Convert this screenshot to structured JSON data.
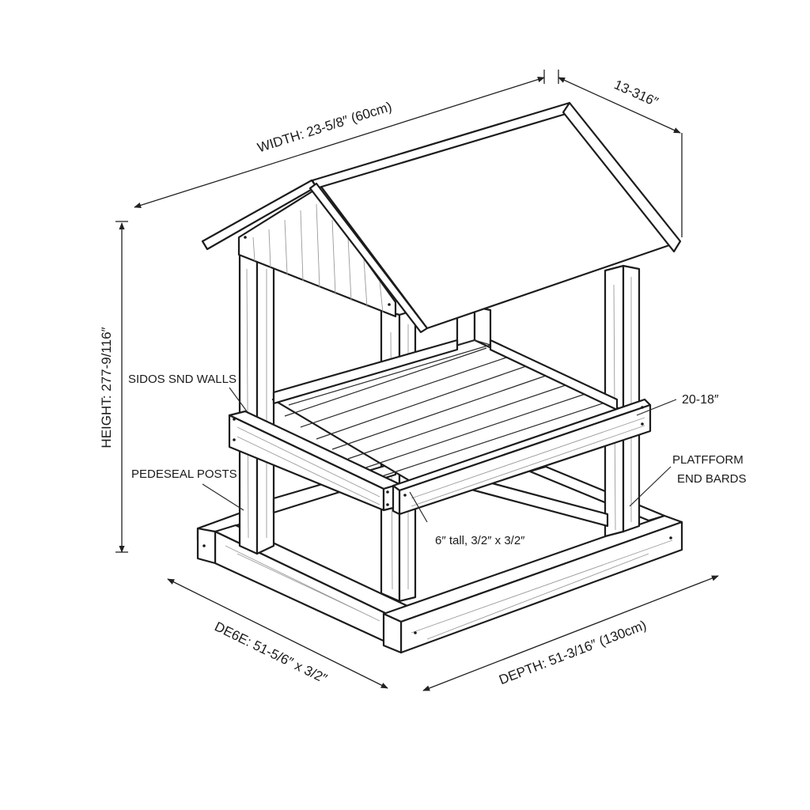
{
  "labels": {
    "width": "WIDTH: 23-5/8″ (60cm)",
    "roof_depth": "13-316″",
    "height": "HEIGHT: 277-9/116″",
    "sides_walls": "SIDOS SND WALLS",
    "pedestal_posts": "PEDESEAL POSTS",
    "platform_height": "20-18″",
    "platform_end_line1": "PLATFFORM",
    "platform_end_line2": "END BARDS",
    "post_size": "6″ tall, 3/2″ x 3/2″",
    "base_depth": "DE6E: 51-5/6″ x 3/2″",
    "depth": "DEPTH: 51-3/16″ (130cm)"
  }
}
